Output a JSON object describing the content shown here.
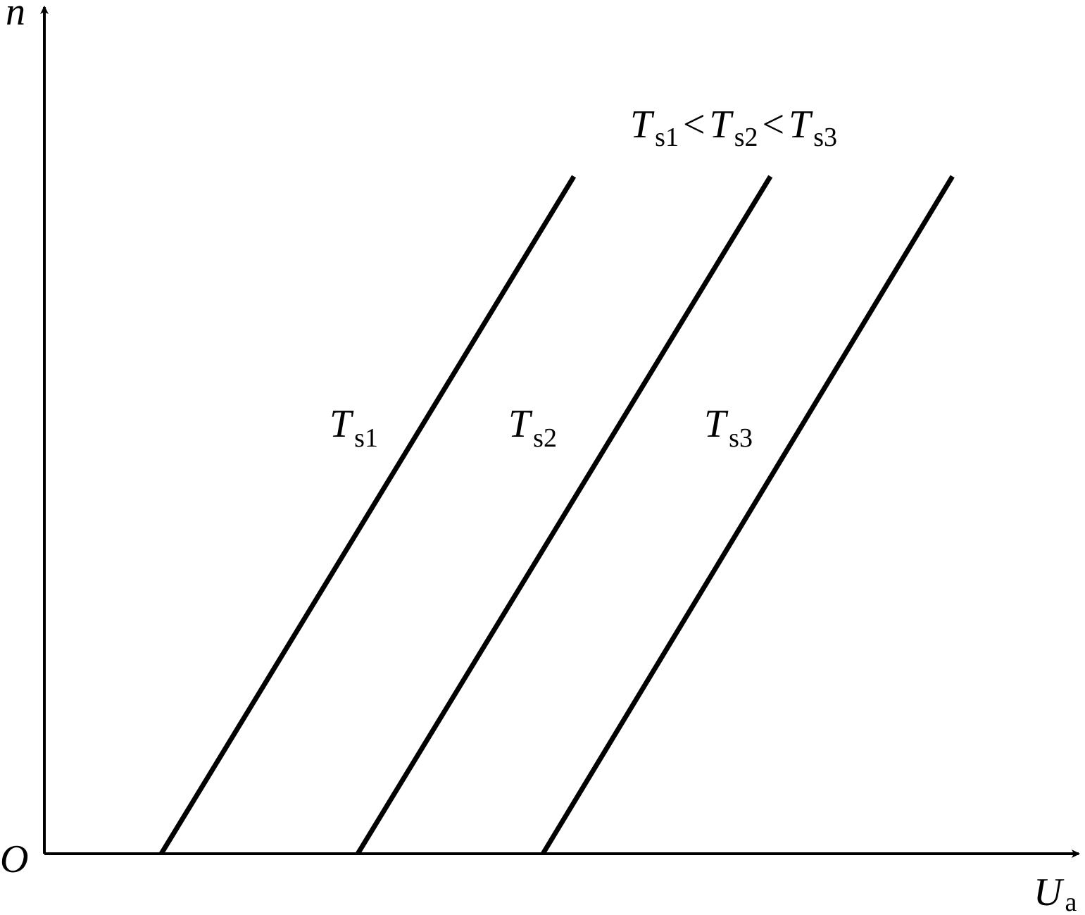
{
  "chart_data": {
    "type": "line",
    "xlabel": {
      "main": "U",
      "sub": "a"
    },
    "ylabel": "n",
    "origin_label": "O",
    "xlim": [
      0,
      100
    ],
    "ylim": [
      0,
      100
    ],
    "grid": false,
    "annotation": [
      {
        "main": "T",
        "sub": "s1"
      },
      {
        "text": "<"
      },
      {
        "main": "T",
        "sub": "s2"
      },
      {
        "text": "<"
      },
      {
        "main": "T",
        "sub": "s3"
      }
    ],
    "series": [
      {
        "label_main": "T",
        "label_sub": "s1",
        "x": [
          11.3,
          51.2
        ],
        "y": [
          0,
          100
        ]
      },
      {
        "label_main": "T",
        "label_sub": "s2",
        "x": [
          30.3,
          70.2
        ],
        "y": [
          0,
          100
        ]
      },
      {
        "label_main": "T",
        "label_sub": "s3",
        "x": [
          48.2,
          87.8
        ],
        "y": [
          0,
          100
        ]
      }
    ]
  }
}
